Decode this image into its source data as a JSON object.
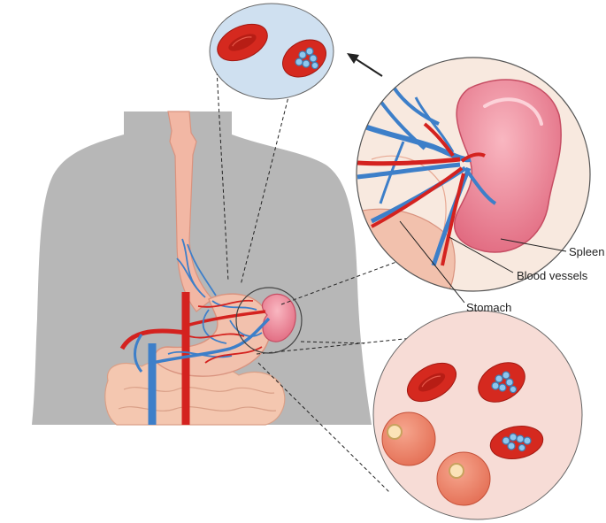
{
  "labels": {
    "spleen": "Spleen",
    "blood_vessels": "Blood vessels",
    "stomach": "Stomach"
  },
  "colors": {
    "silhouette": "#b7b7b7",
    "artery": "#d4221f",
    "vein": "#3d7fc9",
    "spleen": "#f08c9c",
    "stomach": "#f2c1ad",
    "rbc": "#d5291f",
    "parasite": "#8ec7ee",
    "top_inset_bg": "#cfe0f0",
    "side_inset_bg": "#f8e9df",
    "bottom_inset_bg": "#f7dcd6"
  },
  "icons": {
    "arrow": "arrow-up-left-icon"
  }
}
